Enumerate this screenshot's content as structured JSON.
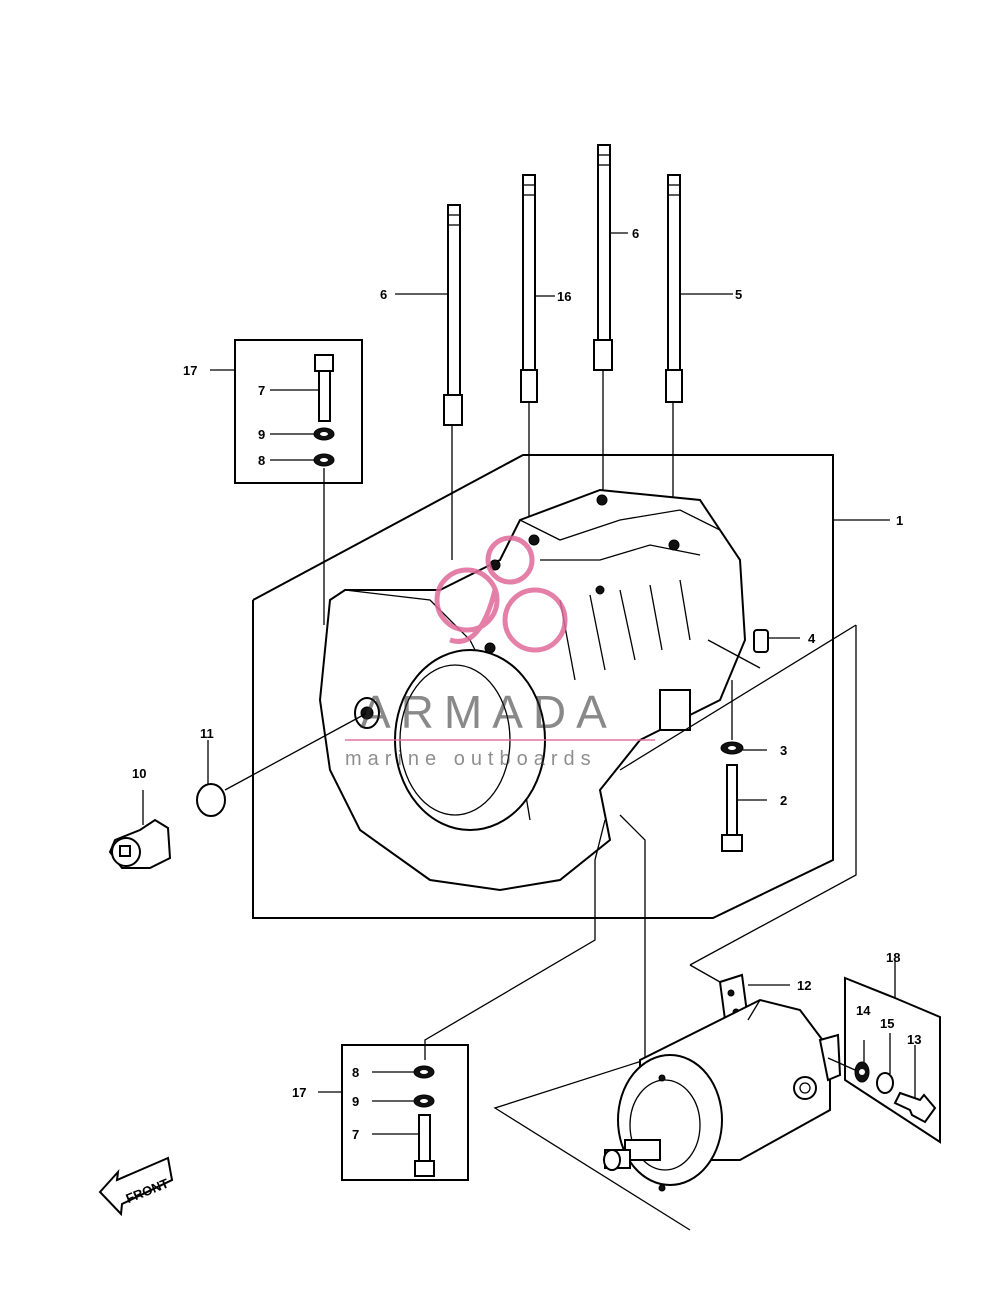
{
  "labels": {
    "p1": "1",
    "p2": "2",
    "p3": "3",
    "p4": "4",
    "p5": "5",
    "p6a": "6",
    "p6b": "6",
    "p16": "16",
    "p7a": "7",
    "p9a": "9",
    "p8a": "8",
    "p17a": "17",
    "p10": "10",
    "p11": "11",
    "p12": "12",
    "p18": "18",
    "p14": "14",
    "p15": "15",
    "p13": "13",
    "p8b": "8",
    "p9b": "9",
    "p7b": "7",
    "p17b": "17"
  },
  "front_label": "FRONT",
  "watermark": {
    "brand": "ARMADA",
    "tagline": "marine outboards",
    "logo_color": "#e06a9a"
  }
}
